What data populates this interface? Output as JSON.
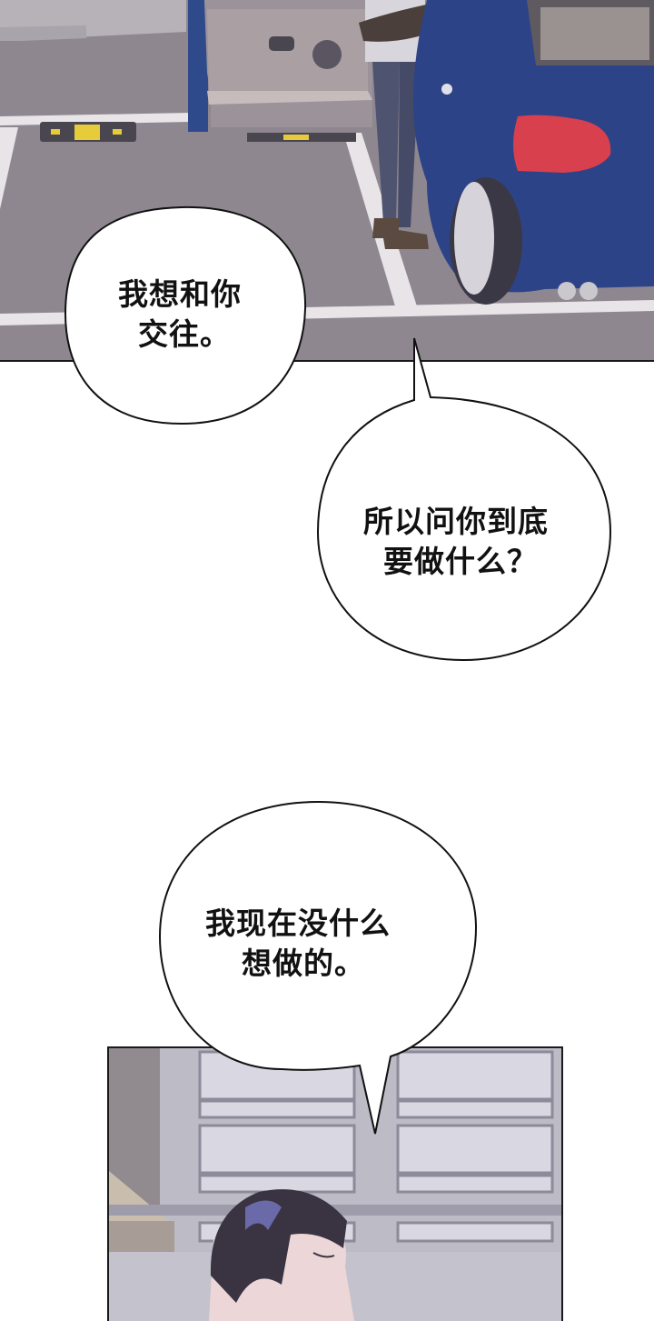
{
  "panels": [
    {
      "id": "parking-lot",
      "description": "Two people standing beside a blue car in a parking lot"
    },
    {
      "id": "school-exterior",
      "description": "Dark-haired boy with eyes closed in front of school building windows"
    }
  ],
  "bubbles": [
    {
      "lines": [
        "我想和你",
        "交往。"
      ]
    },
    {
      "lines": [
        "所以问你到底",
        "要做什么？"
      ]
    },
    {
      "lines": [
        "我现在没什么",
        "想做的。"
      ]
    }
  ],
  "colors": {
    "ground": "#8e8790",
    "car_blue": "#2d4387",
    "tail_light": "#d8404e",
    "parking_line": "#e8e4e8",
    "building": "#bdbbc6",
    "hair": "#3a3442"
  }
}
